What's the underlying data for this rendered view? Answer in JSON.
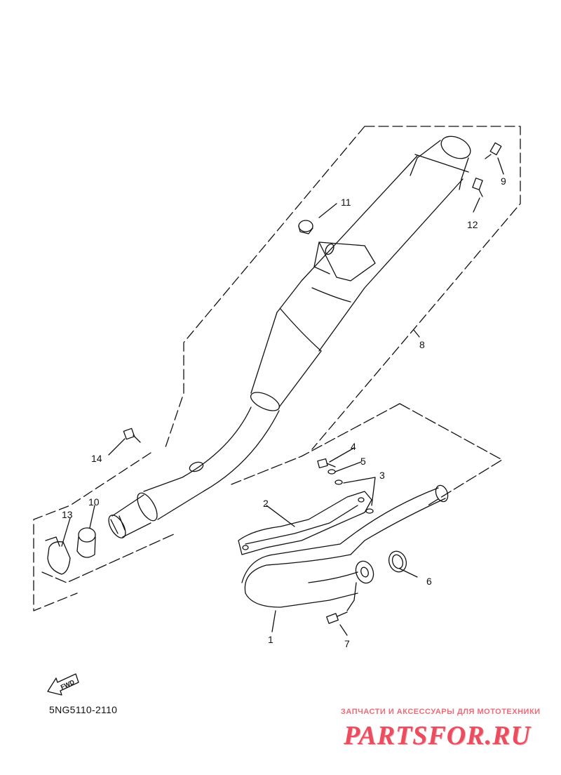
{
  "diagram": {
    "part_code": "5NG5110-2110",
    "fwd_label": "FWD",
    "callouts": [
      {
        "id": "c1",
        "label": "1"
      },
      {
        "id": "c2",
        "label": "2"
      },
      {
        "id": "c3",
        "label": "3"
      },
      {
        "id": "c4",
        "label": "4"
      },
      {
        "id": "c5",
        "label": "5"
      },
      {
        "id": "c6",
        "label": "6"
      },
      {
        "id": "c7",
        "label": "7"
      },
      {
        "id": "c8",
        "label": "8"
      },
      {
        "id": "c9",
        "label": "9"
      },
      {
        "id": "c10",
        "label": "10"
      },
      {
        "id": "c11",
        "label": "11"
      },
      {
        "id": "c12",
        "label": "12"
      },
      {
        "id": "c13",
        "label": "13"
      },
      {
        "id": "c14",
        "label": "14"
      }
    ]
  },
  "watermark": {
    "tagline": "ЗАПЧАСТИ И АКСЕССУАРЫ ДЛЯ МОТОТЕХНИКИ",
    "logo_text": "PARTSFOR.RU",
    "color": "#ec4d5e"
  }
}
